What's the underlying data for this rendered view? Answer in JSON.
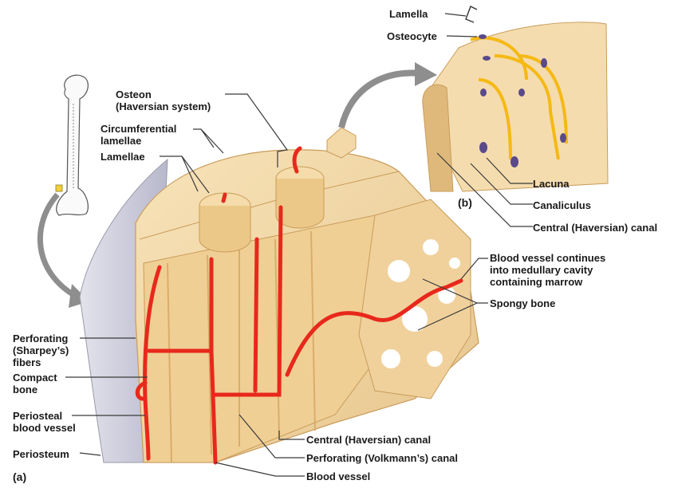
{
  "figure": {
    "panels": {
      "a": "(a)",
      "b": "(b)"
    },
    "labels": {
      "lamella": "Lamella",
      "osteocyte": "Osteocyte",
      "lacuna": "Lacuna",
      "canaliculus": "Canaliculus",
      "central_canal_b": "Central (Haversian) canal",
      "osteon": "Osteon\n(Haversian system)",
      "circumferential_lamellae": "Circumferential\nlamellae",
      "lamellae": "Lamellae",
      "blood_vessel_continues": "Blood vessel continues\ninto medullary cavity\ncontaining marrow",
      "spongy_bone": "Spongy bone",
      "perforating_fibers": "Perforating\n(Sharpey’s)\nfibers",
      "compact_bone": "Compact\nbone",
      "periosteal_blood_vessel": "Periosteal\nblood vessel",
      "periosteum": "Periosteum",
      "central_canal_a": "Central (Haversian) canal",
      "perforating_canal": "Perforating (Volkmann’s) canal",
      "blood_vessel": "Blood vessel"
    },
    "colors": {
      "bone": "#f3d9a8",
      "bone_shadow": "#e2bd7e",
      "vessel": "#e8281c",
      "osteocyte": "#f5b914",
      "nucleus": "#5a4a8a",
      "periosteum": "#c9c9d6",
      "arrow": "#8e8e8e"
    }
  }
}
